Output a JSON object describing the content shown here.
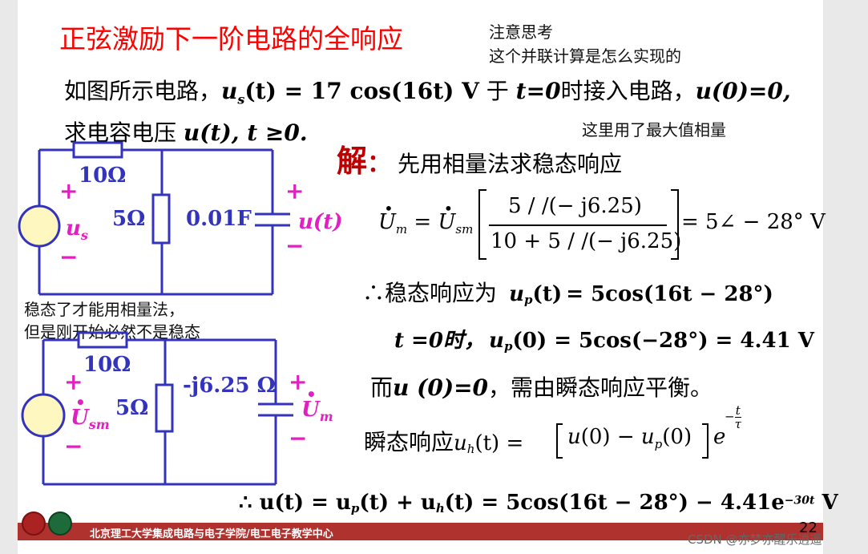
{
  "title": "正弦激励下一阶电路的全响应",
  "notes": {
    "think": "注意思考",
    "parallel": "这个并联计算是怎么实现的",
    "max_phasor": "这里用了最大值相量",
    "steady1": "稳态了才能用相量法，",
    "steady2": "但是刚开始必然不是稳态"
  },
  "problem": {
    "line1_pre": "如图所示电路，",
    "us": "u",
    "us_sub": "s",
    "us_arg": "(t) = 17 cos(16t) V",
    "line1_mid": " 于 ",
    "t0": "t=0",
    "line1_post": "时接入电路，",
    "u0": "u(0)=0,",
    "line2_pre": "求电容电压 ",
    "ut": "u(t), t ≥0."
  },
  "solution": {
    "jie": "解",
    "jie_colon": "：",
    "method": "先用相量法求稳态响应",
    "num": "5 / /(− j6.25)",
    "den": "10 + 5 / /(− j6.25)",
    "result": "= 5∠ − 28° V",
    "steady_pre": "∴稳态响应为",
    "steady_eq": "= 5cos(16t − 28°)",
    "t0_pre": "t =0时，",
    "t0_eq": "(0) = 5cos(−28°) = 4.41 V",
    "trans_pre": "而",
    "trans_mid": "u (0)=0",
    "trans_post": "，需由瞬态响应平衡。",
    "transient_label": "瞬态响应",
    "final": "∴ u(t) = u",
    "final2": "(t) + u",
    "final3": "(t) = 5cos(16t − 28°) − 4.41e",
    "final_exp": "−30t",
    "final_unit": " V"
  },
  "circuit1": {
    "r1": "10Ω",
    "r2": "5Ω",
    "c": "0.01F",
    "src": "u",
    "src_sub": "s",
    "out": "u(t)",
    "plus": "+",
    "minus": "−"
  },
  "circuit2": {
    "r1": "10Ω",
    "r2": "5Ω",
    "c": "-j6.25 Ω",
    "src": "U",
    "src_sub": "sm",
    "out": "U",
    "out_sub": "m",
    "plus": "+",
    "minus": "−"
  },
  "footer": {
    "org": "北京理工大学集成电路与电子学院/电工电子教学中心",
    "page": "22",
    "watermark": "CSDN @亦梦亦醒乐逍遥"
  },
  "colors": {
    "title": "#ff0000",
    "wire": "#3333bb",
    "component_label": "#3333bb",
    "signal_label": "#e020c0",
    "source_fill": "#fff7c0",
    "footer_bg": "#b0322e"
  }
}
